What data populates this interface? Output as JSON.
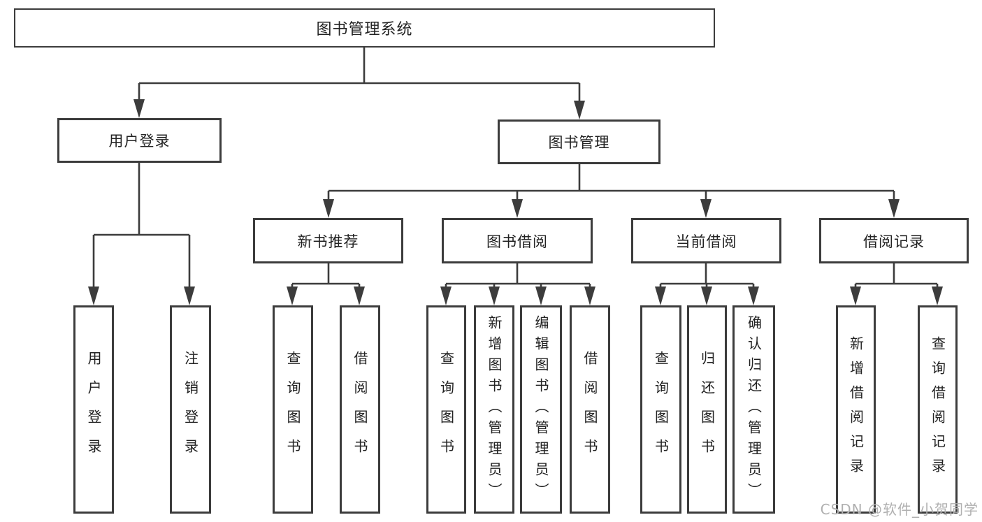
{
  "tree": {
    "label": "图书管理系统",
    "children": [
      {
        "label": "用户登录",
        "children": [
          {
            "label": "用户登录"
          },
          {
            "label": "注销登录"
          }
        ]
      },
      {
        "label": "图书管理",
        "children": [
          {
            "label": "新书推荐",
            "children": [
              {
                "label": "查询图书"
              },
              {
                "label": "借阅图书"
              }
            ]
          },
          {
            "label": "图书借阅",
            "children": [
              {
                "label": "查询图书"
              },
              {
                "label": "新增图书（管理员）"
              },
              {
                "label": "编辑图书（管理员）"
              },
              {
                "label": "借阅图书"
              }
            ]
          },
          {
            "label": "当前借阅",
            "children": [
              {
                "label": "查询图书"
              },
              {
                "label": "归还图书"
              },
              {
                "label": "确认归还（管理员）"
              }
            ]
          },
          {
            "label": "借阅记录",
            "children": [
              {
                "label": "新增借阅记录"
              },
              {
                "label": "查询借阅记录"
              }
            ]
          }
        ]
      }
    ]
  },
  "watermark": "CSDN @软件_小贺同学",
  "colors": {
    "line": "#3c3c3c",
    "text": "#222222",
    "watermark": "#b0b0b0",
    "background": "#ffffff"
  }
}
